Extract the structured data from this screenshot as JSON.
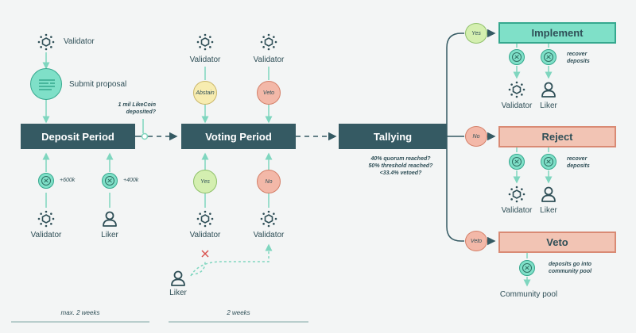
{
  "roles": {
    "validator": "Validator",
    "liker": "Liker",
    "community_pool": "Community pool"
  },
  "steps": {
    "submit_proposal": "Submit proposal",
    "deposit_period": "Deposit Period",
    "voting_period": "Voting Period",
    "tallying": "Tallying"
  },
  "notes": {
    "deposit_condition": [
      "1 mil LikeCoin",
      "deposited?"
    ],
    "tally_conditions": [
      "40% quorum reached?",
      "50% threshold reached?",
      "<33.4% vetoed?"
    ],
    "recover_deposits": [
      "recover",
      "deposits"
    ],
    "deposits_to_pool": [
      "deposits go into",
      "community pool"
    ]
  },
  "amounts": {
    "validator_deposit": "+600k",
    "liker_deposit": "+400k"
  },
  "votes": {
    "abstain": "Abstain",
    "veto": "Veto",
    "yes": "Yes",
    "no": "No"
  },
  "outcomes": {
    "implement": "Implement",
    "reject": "Reject",
    "veto": "Veto"
  },
  "branches": {
    "yes": "Yes",
    "no": "No",
    "veto": "Veto"
  },
  "timeline": {
    "deposit": "max. 2 weeks",
    "voting": "2 weeks"
  },
  "colors": {
    "dark": "#355a63",
    "teal": "#35a88e",
    "mint": "#7fe0c8",
    "salmon": "#f2c4b4",
    "red_mark": "#d9534f"
  }
}
